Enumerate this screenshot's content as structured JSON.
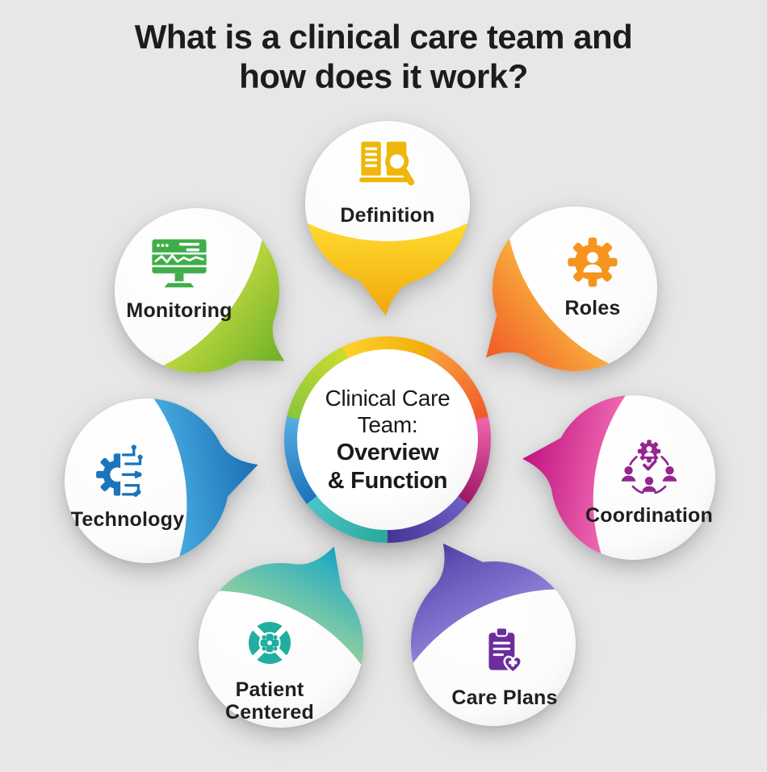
{
  "title": {
    "line1": "What is a clinical care team and",
    "line2": "how does it work?"
  },
  "hub": {
    "lines": [
      "Clinical Care",
      "Team:",
      "Overview",
      "& Function"
    ]
  },
  "satellites": {
    "definition": {
      "label": "Definition",
      "icon": "book-search-icon",
      "icon_color": "#EFB70B",
      "bubble_gradient": {
        "light": "#FFDA2E",
        "dark": "#F0A80A"
      }
    },
    "roles": {
      "label": "Roles",
      "icon": "gear-person-icon",
      "icon_color": "#F7941E",
      "bubble_gradient": {
        "light": "#F9AC3D",
        "dark": "#EF5A25"
      }
    },
    "coordination": {
      "label": "Coordination",
      "icon": "people-network-icon",
      "icon_color": "#93278F",
      "bubble_gradient": {
        "light": "#F168B1",
        "dark": "#BE1380"
      }
    },
    "care-plans": {
      "label": "Care Plans",
      "icon": "clipboard-heart-icon",
      "icon_color": "#6B2E9B",
      "bubble_gradient": {
        "light": "#8C80D8",
        "dark": "#5243A8"
      }
    },
    "patient-centered": {
      "label": "Patient Centered",
      "icon": "target-cross-icon",
      "icon_color": "#1FAE9F",
      "bubble_gradient": {
        "light": "#8FCFA0",
        "dark": "#19A8C6"
      }
    },
    "technology": {
      "label": "Technology",
      "icon": "gear-circuit-icon",
      "icon_color": "#1B75BC",
      "bubble_gradient": {
        "light": "#46AADF",
        "dark": "#1B6EB4"
      }
    },
    "monitoring": {
      "label": "Monitoring",
      "icon": "monitor-pulse-icon",
      "icon_color": "#3FAE49",
      "bubble_gradient": {
        "light": "#BCD63E",
        "dark": "#6CB028"
      }
    }
  },
  "ring": {
    "segments": [
      {
        "name": "definition",
        "from": "#FFD12D",
        "to": "#F2AB07"
      },
      {
        "name": "roles",
        "from": "#F8A33A",
        "to": "#F0592B"
      },
      {
        "name": "coordination",
        "from": "#F164AE",
        "to": "#9C1864"
      },
      {
        "name": "care-plans",
        "from": "#6F5FC4",
        "to": "#453494"
      },
      {
        "name": "patient-centered",
        "from": "#2BA99B",
        "to": "#4AC4C6"
      },
      {
        "name": "technology",
        "from": "#1E73BC",
        "to": "#55ADE1"
      },
      {
        "name": "monitoring",
        "from": "#8CC63F",
        "to": "#CCDC2D"
      }
    ]
  },
  "colors": {
    "background": "#E7E7E7",
    "title_text": "#1C1C1C",
    "label_text": "#1F1F1F"
  }
}
